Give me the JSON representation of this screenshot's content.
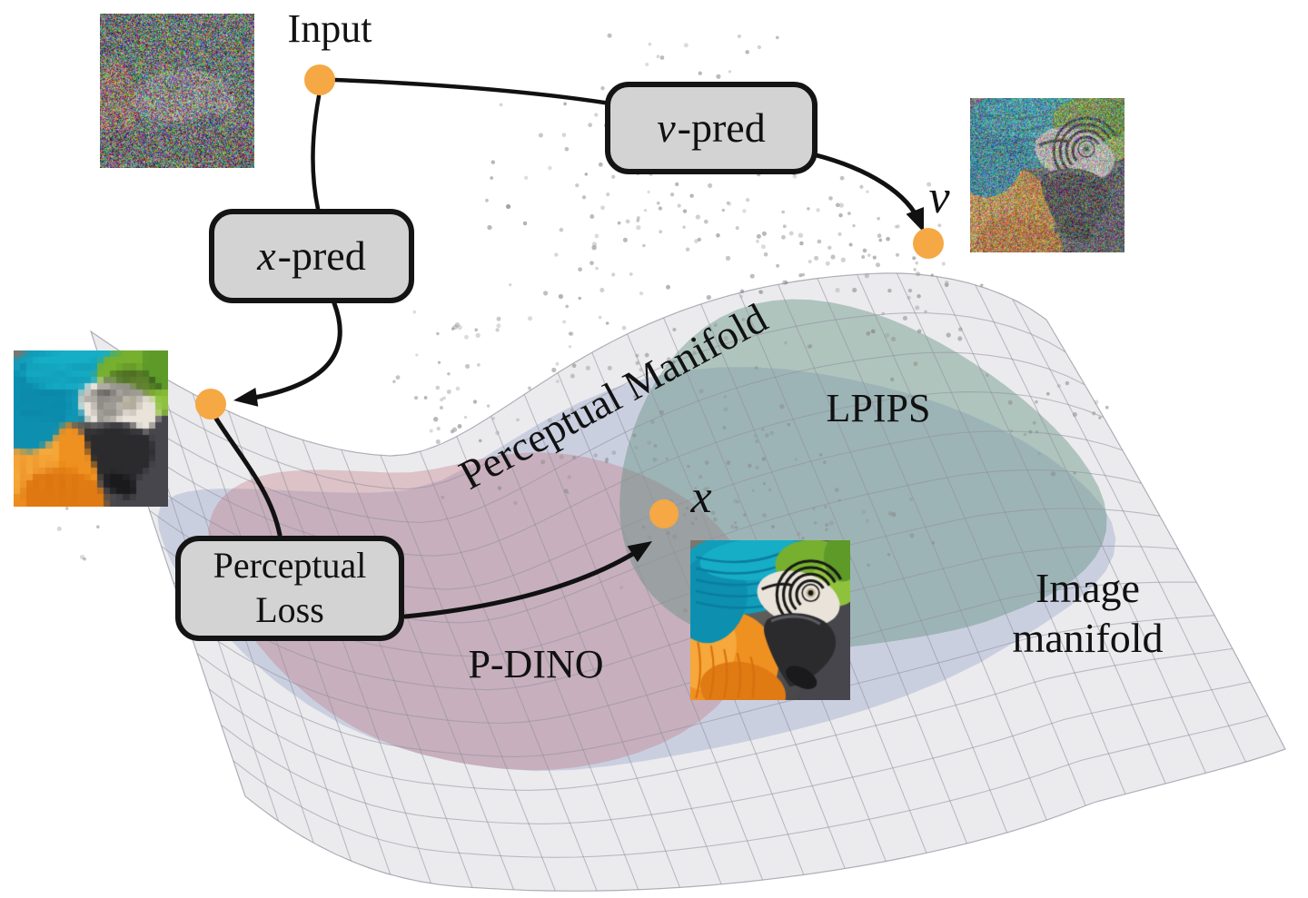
{
  "labels": {
    "input": "Input",
    "v_var": "v",
    "x_var": "x",
    "pred_suffix": "-pred",
    "v_point": "v",
    "x_point": "x",
    "perceptual_loss_line1": "Perceptual",
    "perceptual_loss_line2": "Loss",
    "perceptual_manifold": "Perceptual Manifold",
    "lpips": "LPIPS",
    "p_dino": "P-DINO",
    "image_manifold_line1": "Image",
    "image_manifold_line2": "manifold"
  },
  "colors": {
    "accent_orange": "#F5A843",
    "box_fill": "#D3D3D3",
    "box_border": "#141414",
    "manifold_fill": "#EBEBEE",
    "manifold_edge": "#BBBBC4",
    "grid_line": "#8F8F9C",
    "perceptual_region_blue": "#A9B4D2",
    "lpips_region_teal": "#5F8E7C",
    "pdino_region_pink": "#C0737C",
    "scatter_dot": "#8C8C8C",
    "arrow_black": "#111111"
  }
}
